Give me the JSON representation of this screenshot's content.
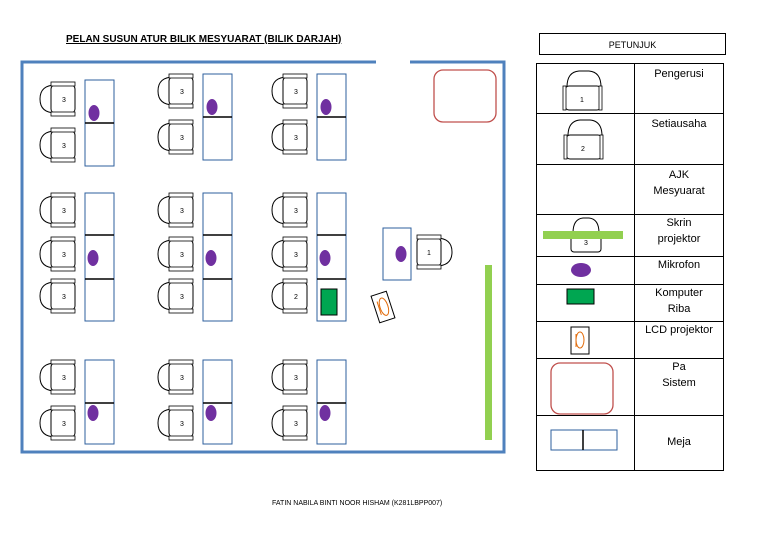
{
  "title": "PELAN SUSUN ATUR BILIK MESYUARAT (BILIK DARJAH)",
  "footer": "FATIN NABILA BINTI NOOR HISHAM (K281LBPP007)",
  "legend": {
    "heading": "PETUNJUK",
    "items": [
      {
        "label": "Pengerusi",
        "icon": "chairperson-chair-icon",
        "number": "1"
      },
      {
        "label": "Setiausaha",
        "icon": "secretary-chair-icon",
        "number": "2"
      },
      {
        "label": "AJK Mesyuarat",
        "icon": "committee-member-icon"
      },
      {
        "label": "Skrin projektor",
        "icon": "projector-screen-icon",
        "number": "3"
      },
      {
        "label": "Mikrofon",
        "icon": "microphone-icon"
      },
      {
        "label": "Komputer Riba",
        "icon": "laptop-icon"
      },
      {
        "label": "LCD projektor",
        "icon": "lcd-projector-icon"
      },
      {
        "label": "Pa Sistem",
        "icon": "pa-system-icon"
      },
      {
        "label": "Meja",
        "icon": "table-icon"
      }
    ]
  },
  "room": {
    "chair_committee": "3",
    "chair_secretary": "2",
    "chair_chairperson": "1"
  },
  "colors": {
    "wall": "#4f81bd",
    "table": "#2e5f9e",
    "microphone": "#7030a0",
    "laptop": "#00a651",
    "screen": "#92d050",
    "pa_system": "#c0504d",
    "projector": "#e26b0a"
  }
}
